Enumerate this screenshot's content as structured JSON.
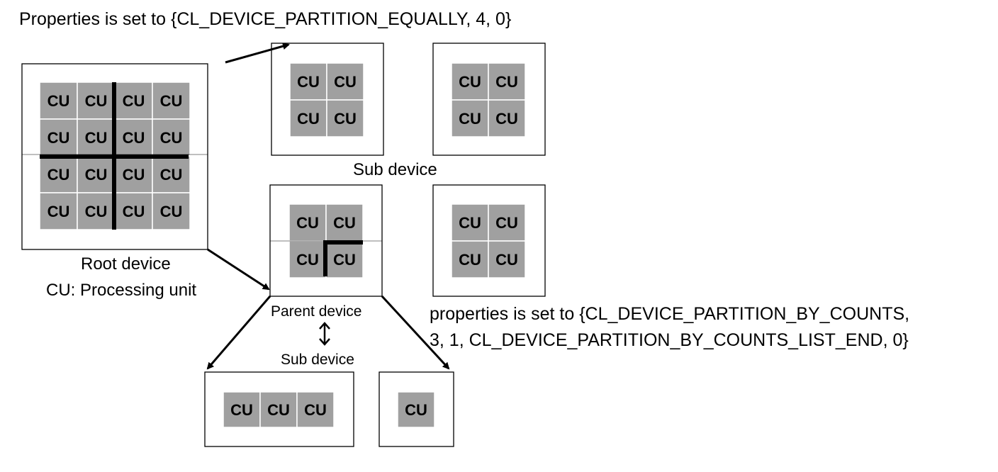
{
  "labels": {
    "top_caption": "Properties is set to {CL_DEVICE_PARTITION_EQUALLY, 4, 0}",
    "sub_device_upper": "Sub device",
    "root_device": "Root device",
    "cu_legend": "CU: Processing unit",
    "parent_device": "Parent device",
    "sub_device_lower": "Sub device",
    "counts_caption_line1": "properties is set to {CL_DEVICE_PARTITION_BY_COUNTS,",
    "counts_caption_line2": "3, 1, CL_DEVICE_PARTITION_BY_COUNTS_LIST_END, 0}",
    "cu": "CU"
  },
  "devices": [
    {
      "id": "root-device",
      "rows": 4,
      "cols": 4
    },
    {
      "id": "equal-sub-device-1",
      "rows": 2,
      "cols": 2
    },
    {
      "id": "equal-sub-device-2",
      "rows": 2,
      "cols": 2
    },
    {
      "id": "parent-device",
      "rows": 2,
      "cols": 2
    },
    {
      "id": "equal-sub-device-4",
      "rows": 2,
      "cols": 2
    },
    {
      "id": "counts-sub-device-3cu",
      "rows": 1,
      "cols": 3
    },
    {
      "id": "counts-sub-device-1cu",
      "rows": 1,
      "cols": 1
    }
  ],
  "colors": {
    "cu_fill": "#a0a0a0",
    "cell_border": "#ffffff",
    "line": "#000000"
  }
}
